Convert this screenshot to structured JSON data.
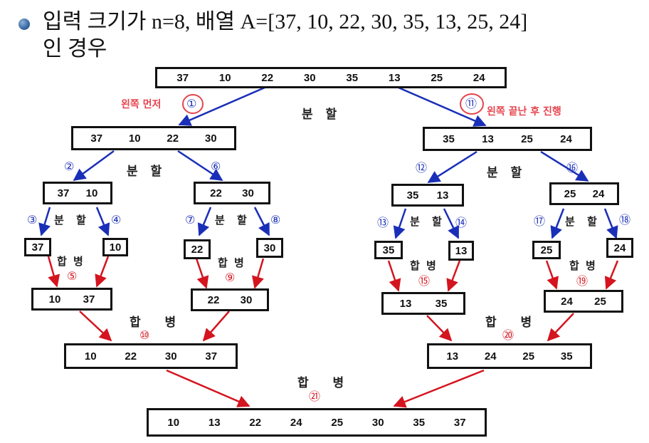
{
  "title": {
    "line1": "입력 크기가 n=8, 배열 A=[37, 10, 22, 30, 35, 13, 25, 24]",
    "line2": "인 경우"
  },
  "boxes": {
    "root": [
      "37",
      "10",
      "22",
      "30",
      "35",
      "13",
      "25",
      "24"
    ],
    "left": [
      "37",
      "10",
      "22",
      "30"
    ],
    "right": [
      "35",
      "13",
      "25",
      "24"
    ],
    "ll": [
      "37",
      "10"
    ],
    "lr": [
      "22",
      "30"
    ],
    "rl": [
      "35",
      "13"
    ],
    "rr": [
      "25",
      "24"
    ],
    "s37": "37",
    "s10": "10",
    "s22": "22",
    "s30": "30",
    "s35": "35",
    "s13": "13",
    "s25": "25",
    "s24": "24",
    "m_ll": [
      "10",
      "37"
    ],
    "m_lr": [
      "22",
      "30"
    ],
    "m_rl": [
      "13",
      "35"
    ],
    "m_rr": [
      "24",
      "25"
    ],
    "m_left": [
      "10",
      "22",
      "30",
      "37"
    ],
    "m_right": [
      "13",
      "24",
      "25",
      "35"
    ],
    "final": [
      "10",
      "13",
      "22",
      "24",
      "25",
      "30",
      "35",
      "37"
    ]
  },
  "labels": {
    "split": "분 할",
    "merge": "합 병"
  },
  "step_markers": {
    "s1": "①",
    "s2": "②",
    "s3": "③",
    "s4": "④",
    "s5": "⑤",
    "s6": "⑥",
    "s7": "⑦",
    "s8": "⑧",
    "s9": "⑨",
    "s10": "⑩",
    "s11": "⑪",
    "s12": "⑫",
    "s13": "⑬",
    "s14": "⑭",
    "s15": "⑮",
    "s16": "⑯",
    "s17": "⑰",
    "s18": "⑱",
    "s19": "⑲",
    "s20": "⑳",
    "s21": "㉑"
  },
  "notes": {
    "left_first": "왼쪽 먼저",
    "after_left": "왼쪽 끝난 후 진행"
  },
  "colors": {
    "split_arrow": "#1a2fb8",
    "merge_arrow": "#d4141e",
    "note": "#e6444d"
  }
}
